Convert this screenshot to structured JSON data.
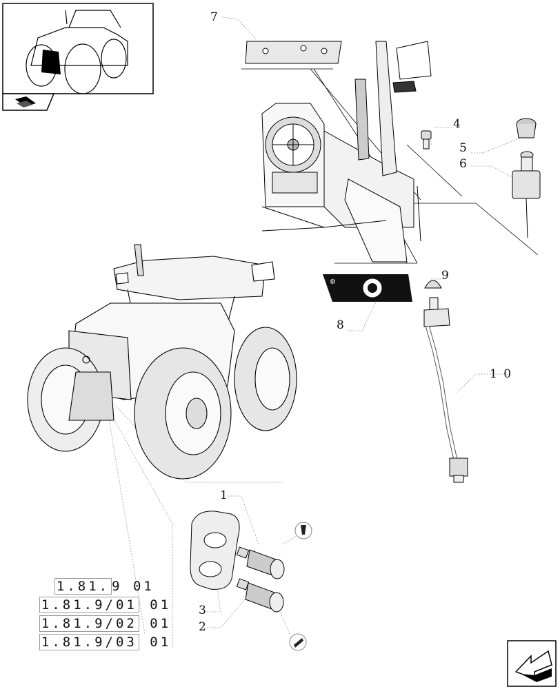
{
  "callouts": {
    "c1": "1",
    "c2": "2",
    "c3": "3",
    "c4": "4",
    "c5": "5",
    "c6": "6",
    "c7": "7",
    "c8": "8",
    "c9": "9",
    "c10": "1 0"
  },
  "references": [
    {
      "boxed": "1.81.",
      "rest": "9 01"
    },
    {
      "boxed": "1.81.9/01",
      "rest": " 01"
    },
    {
      "boxed": "1.81.9/02",
      "rest": " 01"
    },
    {
      "boxed": "1.81.9/03",
      "rest": " 01"
    }
  ],
  "icons": {
    "overview": "tractor-overview-icon",
    "book": "manual-book-icon",
    "next": "next-page-arrow-icon"
  }
}
